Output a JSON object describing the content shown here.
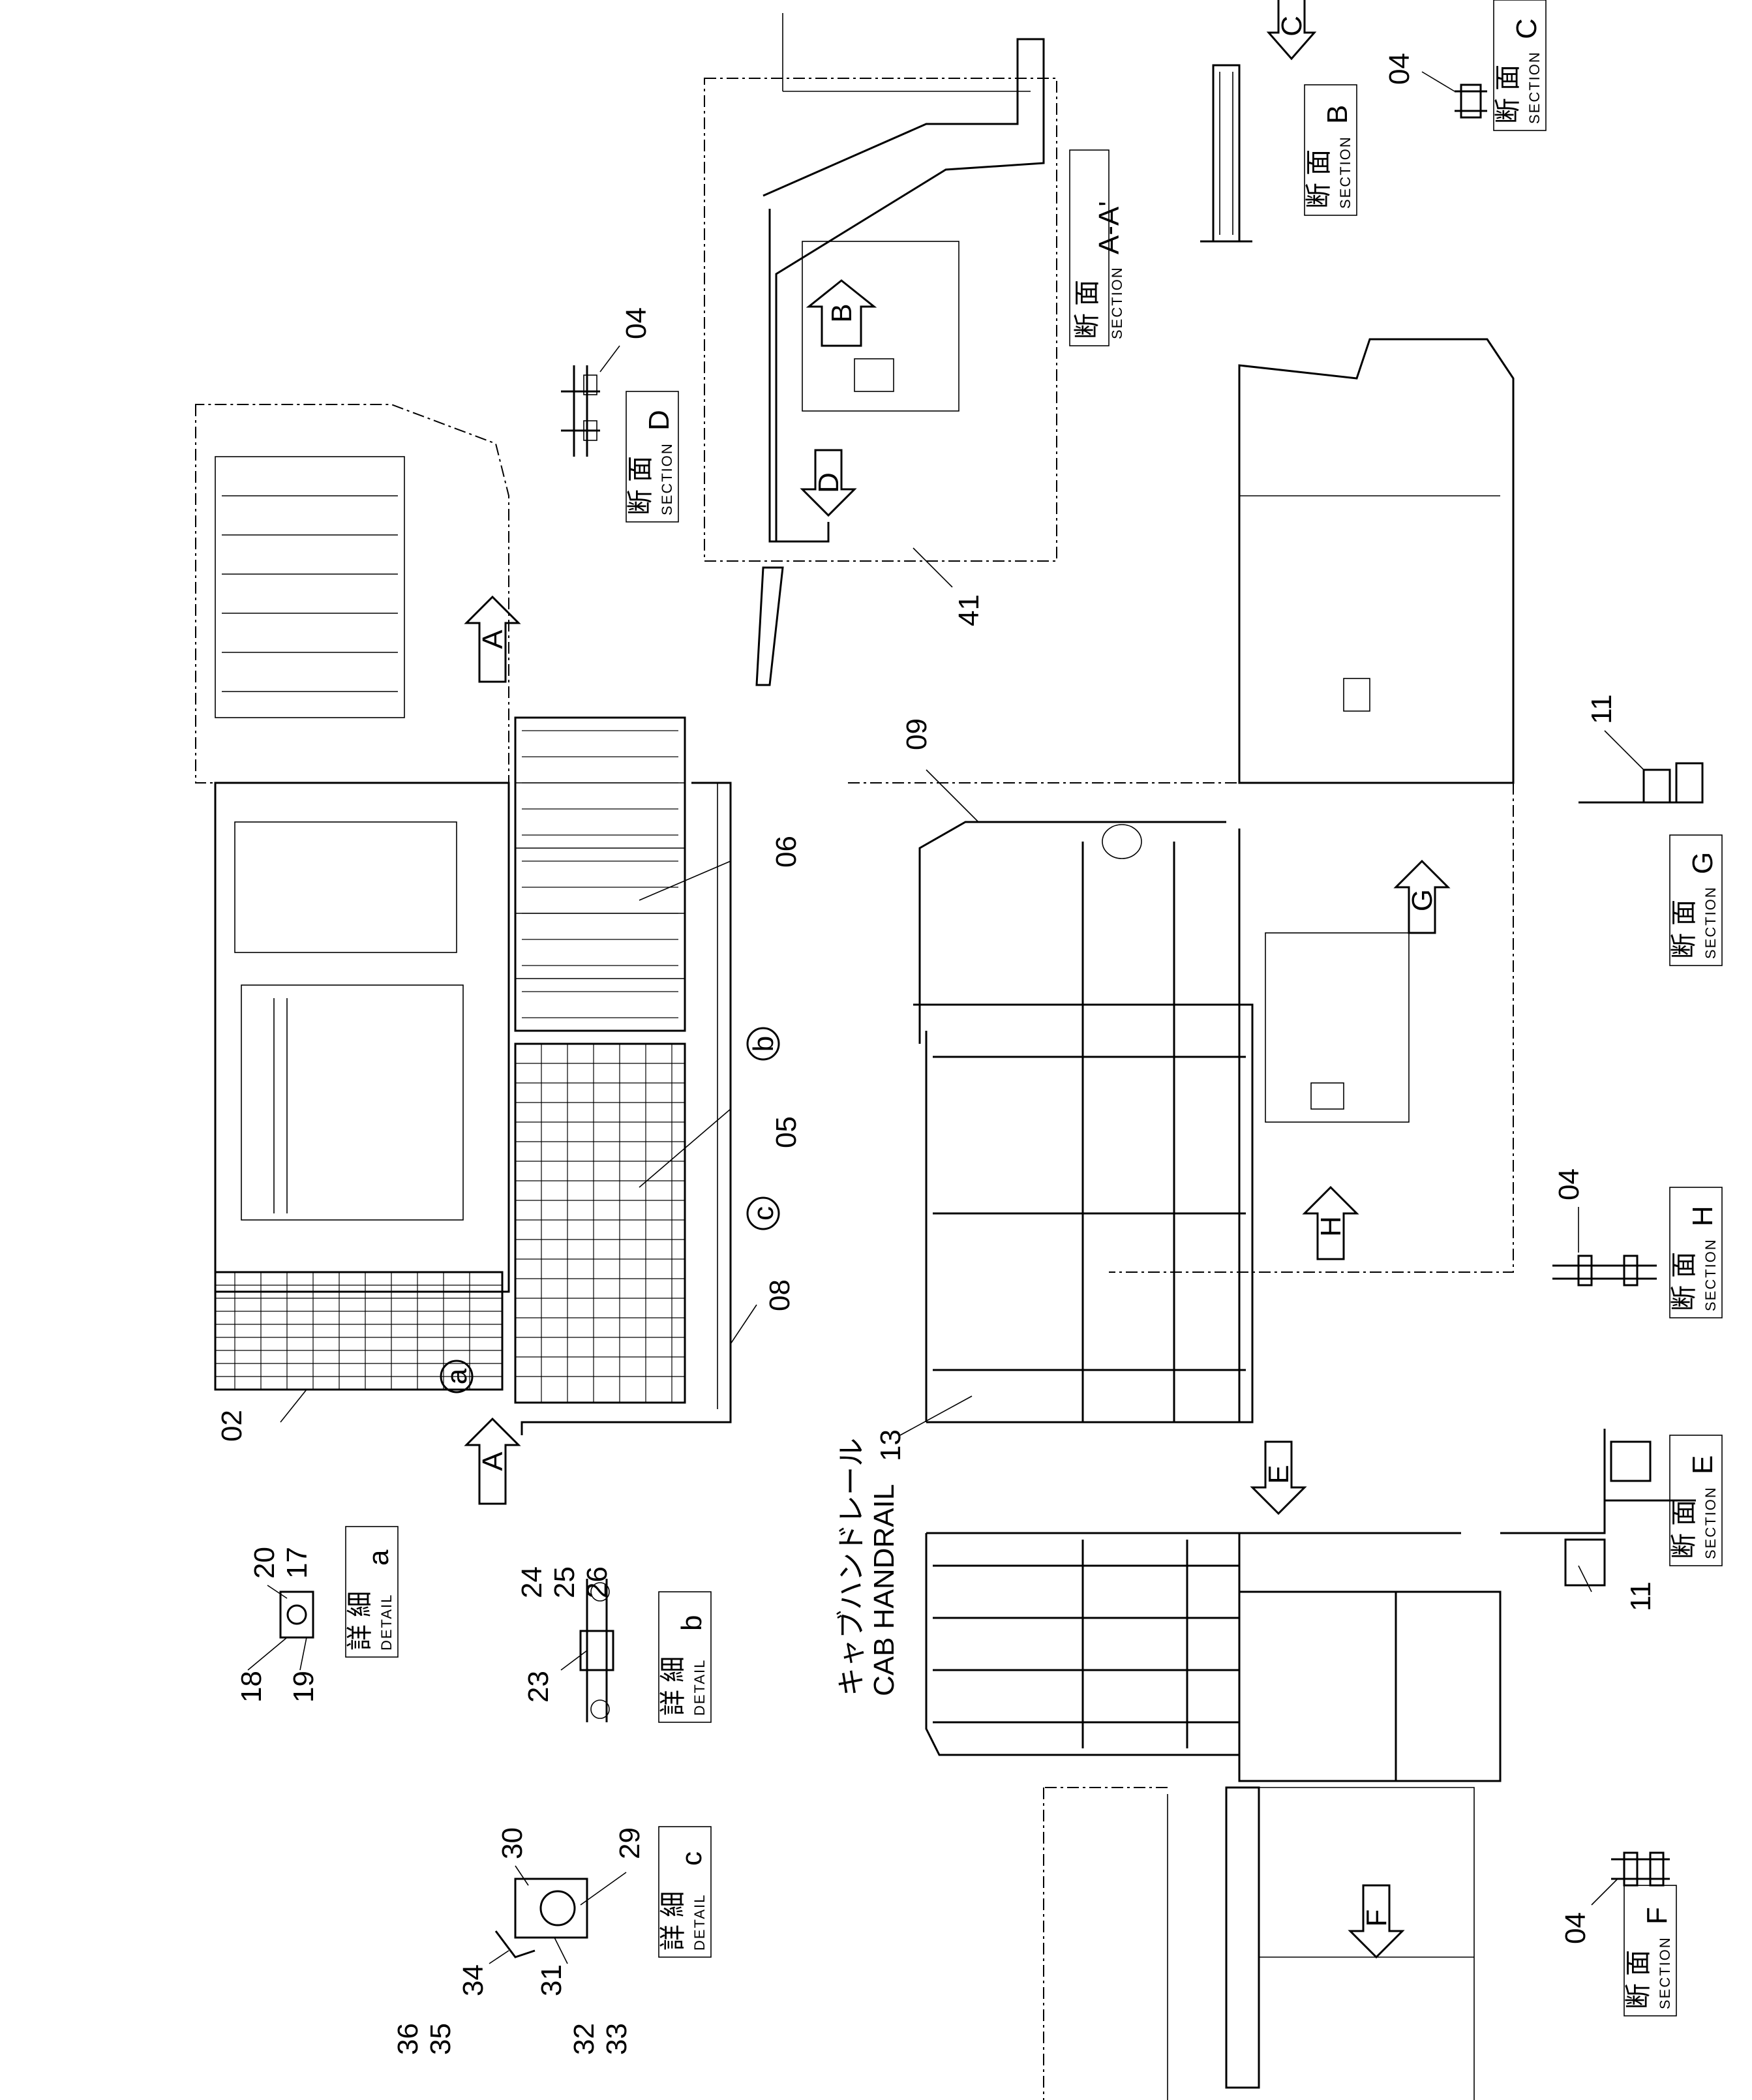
{
  "sections": {
    "a_prime": {
      "jp": "断 面",
      "en": "SECTION",
      "letter": "A-A'"
    },
    "b": {
      "jp": "断 面",
      "en": "SECTION",
      "letter": "B"
    },
    "c": {
      "jp": "断 面",
      "en": "SECTION",
      "letter": "C"
    },
    "d": {
      "jp": "断 面",
      "en": "SECTION",
      "letter": "D"
    },
    "e": {
      "jp": "断 面",
      "en": "SECTION",
      "letter": "E"
    },
    "f": {
      "jp": "断 面",
      "en": "SECTION",
      "letter": "F"
    },
    "g": {
      "jp": "断 面",
      "en": "SECTION",
      "letter": "G"
    },
    "h": {
      "jp": "断 面",
      "en": "SECTION",
      "letter": "H"
    }
  },
  "details": {
    "a": {
      "jp": "詳 細",
      "en": "DETAIL",
      "letter": "a"
    },
    "b": {
      "jp": "詳 細",
      "en": "DETAIL",
      "letter": "b"
    },
    "c": {
      "jp": "詳 細",
      "en": "DETAIL",
      "letter": "c"
    }
  },
  "handrail": {
    "jp": "キャブハンドレール",
    "en": "CAB HANDRAIL"
  },
  "view_arrows": [
    "A",
    "A",
    "B",
    "C",
    "D",
    "E",
    "F",
    "G",
    "H"
  ],
  "circle_markers": [
    "a",
    "b",
    "c"
  ],
  "part_numbers": {
    "p02": "02",
    "p04": "04",
    "p05": "05",
    "p06": "06",
    "p08": "08",
    "p09": "09",
    "p11": "11",
    "p13": "13",
    "p17": "17",
    "p18": "18",
    "p19": "19",
    "p20": "20",
    "p23": "23",
    "p24": "24",
    "p25": "25",
    "p26": "26",
    "p29": "29",
    "p30": "30",
    "p31": "31",
    "p32": "32",
    "p33": "33",
    "p34": "34",
    "p35": "35",
    "p36": "36",
    "p41": "41"
  }
}
